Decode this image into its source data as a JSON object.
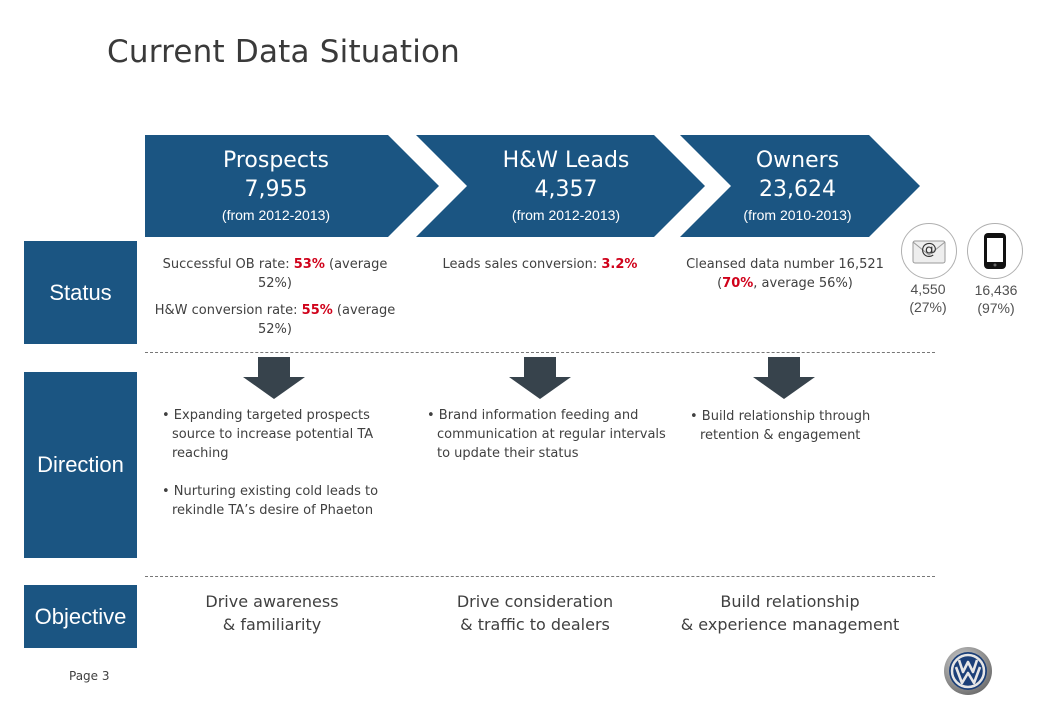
{
  "title": "Current Data Situation",
  "stages": [
    {
      "name": "Prospects",
      "value": "7,955",
      "period": "(from 2012-2013)"
    },
    {
      "name": "H&W Leads",
      "value": "4,357",
      "period": "(from 2012-2013)"
    },
    {
      "name": "Owners",
      "value": "23,624",
      "period": "(from 2010-2013)"
    }
  ],
  "rows": {
    "status": "Status",
    "direction": "Direction",
    "objective": "Objective"
  },
  "status": {
    "prospects": {
      "ob_pre": "Successful OB rate: ",
      "ob_val": "53%",
      "ob_post": " (average 52%)",
      "hw_pre": "H&W conversion rate: ",
      "hw_val": "55%",
      "hw_post": " (average 52%)"
    },
    "leads": {
      "pre": "Leads sales conversion: ",
      "val": "3.2%"
    },
    "owners": {
      "pre": "Cleansed data number  16,521",
      "open": "(",
      "val": "70%",
      "post": ", average 56%)"
    }
  },
  "channels": {
    "email": {
      "icon": "email-icon",
      "count": "4,550",
      "pct": "(27%)"
    },
    "mobile": {
      "icon": "mobile-phone-icon",
      "count": "16,436",
      "pct": "(97%)"
    }
  },
  "direction": {
    "prospects": [
      "• Expanding targeted prospects source to increase potential TA reaching",
      "• Nurturing existing cold leads to rekindle TA’s desire of Phaeton"
    ],
    "leads": [
      "• Brand information feeding and communication  at regular intervals to update their status"
    ],
    "owners": [
      "• Build relationship through retention & engagement"
    ]
  },
  "objective": {
    "prospects": {
      "l1": "Drive awareness",
      "l2": "& familiarity"
    },
    "leads": {
      "l1": "Drive consideration",
      "l2": "& traffic to dealers"
    },
    "owners": {
      "l1": "Build relationship",
      "l2": "& experience management"
    }
  },
  "page_label": "Page 3",
  "logo": "volkswagen-logo",
  "colors": {
    "brand": "#1b5582",
    "highlight": "#d0021b",
    "arrow": "#37434c"
  }
}
